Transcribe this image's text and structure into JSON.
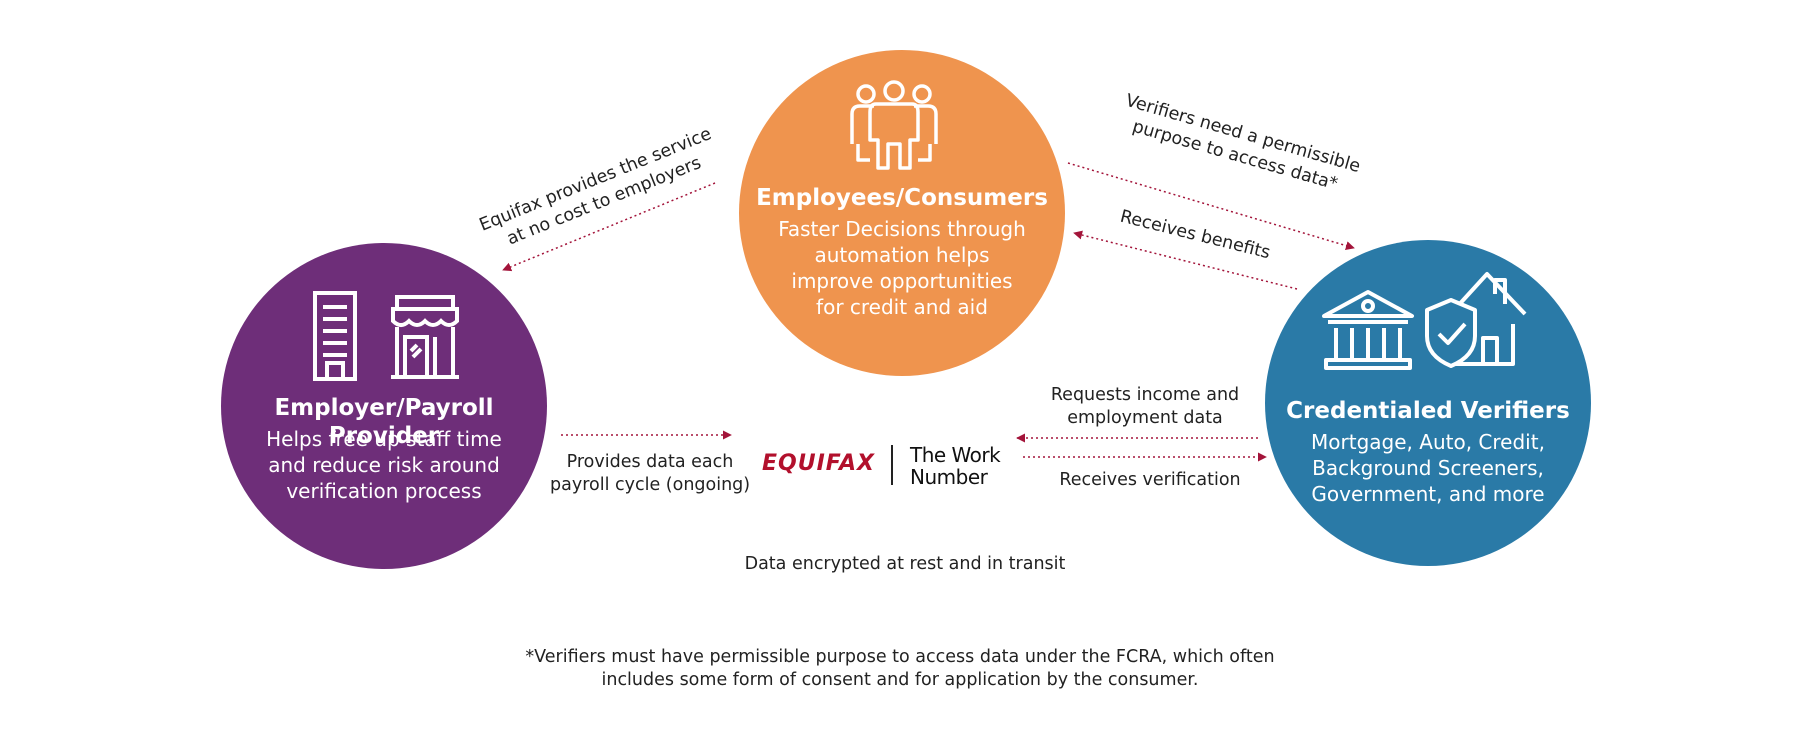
{
  "nodes": {
    "employer": {
      "title": "Employer/Payroll Provider",
      "desc": "Helps free up staff time and reduce risk around verification process",
      "color": "#6e2e79"
    },
    "consumers": {
      "title": "Employees/Consumers",
      "desc": "Faster Decisions through automation helps improve opportunities for credit and aid",
      "color": "#ef944e"
    },
    "verifiers": {
      "title": "Credentialed Verifiers",
      "desc": "Mortgage, Auto, Credit, Background Screeners, Government, and more",
      "color": "#2a7aa7"
    }
  },
  "icons": {
    "employer": [
      "office-building-icon",
      "storefront-icon"
    ],
    "consumers": [
      "people-group-icon"
    ],
    "verifiers": [
      "bank-icon",
      "shield-house-icon"
    ]
  },
  "edges": {
    "equifax_to_employer": "Equifax provides the service at no cost to employers",
    "permissible_purpose_line1": "Verifiers need a permissible",
    "permissible_purpose_line2": "purpose to access data*",
    "receives_benefits": "Receives benefits",
    "provides_data_line1": "Provides data each",
    "provides_data_line2": "payroll cycle (ongoing)",
    "requests_line1": "Requests income and",
    "requests_line2": "employment data",
    "receives_verification": "Receives verification"
  },
  "center": {
    "brand_equifax": "EQUIFAX",
    "brand_twn_line1": "The Work",
    "brand_twn_line2": "Number",
    "encrypted": "Data encrypted at rest and in transit"
  },
  "footnote": {
    "line1": "*Verifiers must have permissible purpose to access data under the FCRA, which often",
    "line2": "includes some form of consent and for application by the consumer."
  },
  "colors": {
    "arrow": "#a3143a"
  }
}
